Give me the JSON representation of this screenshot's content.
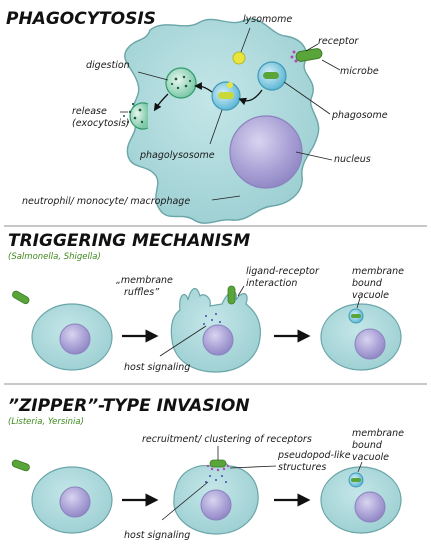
{
  "sections": {
    "phagocytosis": {
      "title": "PHAGOCYTOSIS",
      "labels": {
        "lysosome": "lysomome",
        "receptor": "receptor",
        "microbe": "microbe",
        "digestion": "digestion",
        "release_1": "release",
        "release_2": "(exocytosis)",
        "phagosome": "phagosome",
        "phagolysosome": "phagolysosome",
        "nucleus": "nucleus",
        "cell_type": "neutrophil/ monocyte/ macrophage"
      }
    },
    "triggering": {
      "title": "TRIGGERING MECHANISM",
      "subtitle_open": "(",
      "subtitle_species": "Salmonella, Shigella",
      "subtitle_close": ")",
      "labels": {
        "ruffles_1": "„membrane",
        "ruffles_2": "ruffles”",
        "ligand_1": "ligand-receptor",
        "ligand_2": "interaction",
        "host_signaling": "host signaling",
        "vacuole_1": "membrane",
        "vacuole_2": "bound",
        "vacuole_3": "vacuole"
      }
    },
    "zipper": {
      "title": "”ZIPPER”-TYPE INVASION",
      "subtitle_open": "(",
      "subtitle_species": "Listeria, Yersinia",
      "subtitle_close": ")",
      "labels": {
        "recruitment": "recruitment/ clustering of receptors",
        "pseudopod_1": "pseudopod-like",
        "pseudopod_2": "structures",
        "host_signaling": "host signaling",
        "vacuole_1": "membrane",
        "vacuole_2": "bound",
        "vacuole_3": "vacuole"
      }
    }
  },
  "colors": {
    "cell_fill": "#a9d8da",
    "cell_stroke": "#6aa5a8",
    "nucleus_fill": "#a9a2d4",
    "nucleus_stroke": "#8a82bf",
    "microbe_green": "#5aa53a",
    "lysosome_yellow": "#e6e23a",
    "divider": "#c8c8c8",
    "species_green": "#3f8a1e"
  }
}
